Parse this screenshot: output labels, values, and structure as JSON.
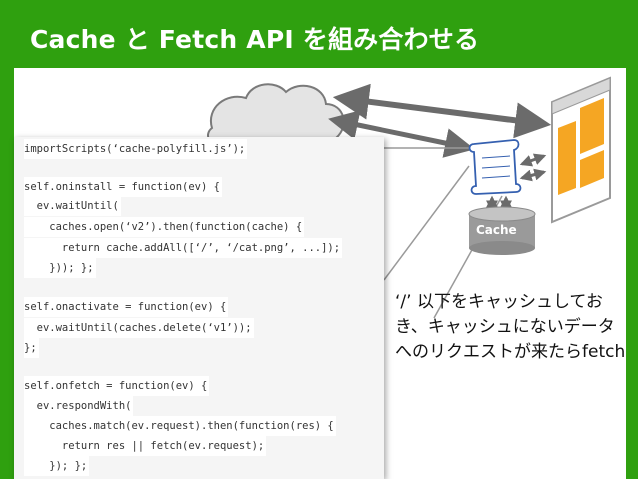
{
  "title": "Cache と Fetch API を組み合わせる",
  "code": [
    {
      "text": "importScripts(‘cache-polyfill.js’);"
    },
    {
      "text": ""
    },
    {
      "text": "self.oninstall = function(ev) {"
    },
    {
      "text": "  ev.waitUntil("
    },
    {
      "text": "    caches.open(‘v2’).then(function(cache) {"
    },
    {
      "text": "      return cache.addAll([‘/’, ‘/cat.png’, ...]);"
    },
    {
      "text": "    })); };"
    },
    {
      "text": ""
    },
    {
      "text": "self.onactivate = function(ev) {"
    },
    {
      "text": "  ev.waitUntil(caches.delete(‘v1’));"
    },
    {
      "text": "};"
    },
    {
      "text": ""
    },
    {
      "text": "self.onfetch = function(ev) {"
    },
    {
      "text": "  ev.respondWith("
    },
    {
      "text": "    caches.match(ev.request).then(function(res) {"
    },
    {
      "text": "      return res || fetch(ev.request);"
    },
    {
      "text": "    }); };"
    }
  ],
  "note": "‘/’ 以下をキャッシュしておき、キャッシュにないデータへのリクエストが来たらfetch",
  "cache_label": "Cache",
  "colors": {
    "background": "#2fa00f",
    "slide": "#ffffff",
    "code_keyword": "#1b3fa0",
    "arrow": "#6b6b6b",
    "cache_body": "#9a9a9a",
    "browser_accent": "#f5a623"
  },
  "icons": {
    "cloud": "cloud-icon",
    "service_worker": "scroll-icon",
    "cache": "database-icon",
    "browser": "browser-window-icon"
  }
}
